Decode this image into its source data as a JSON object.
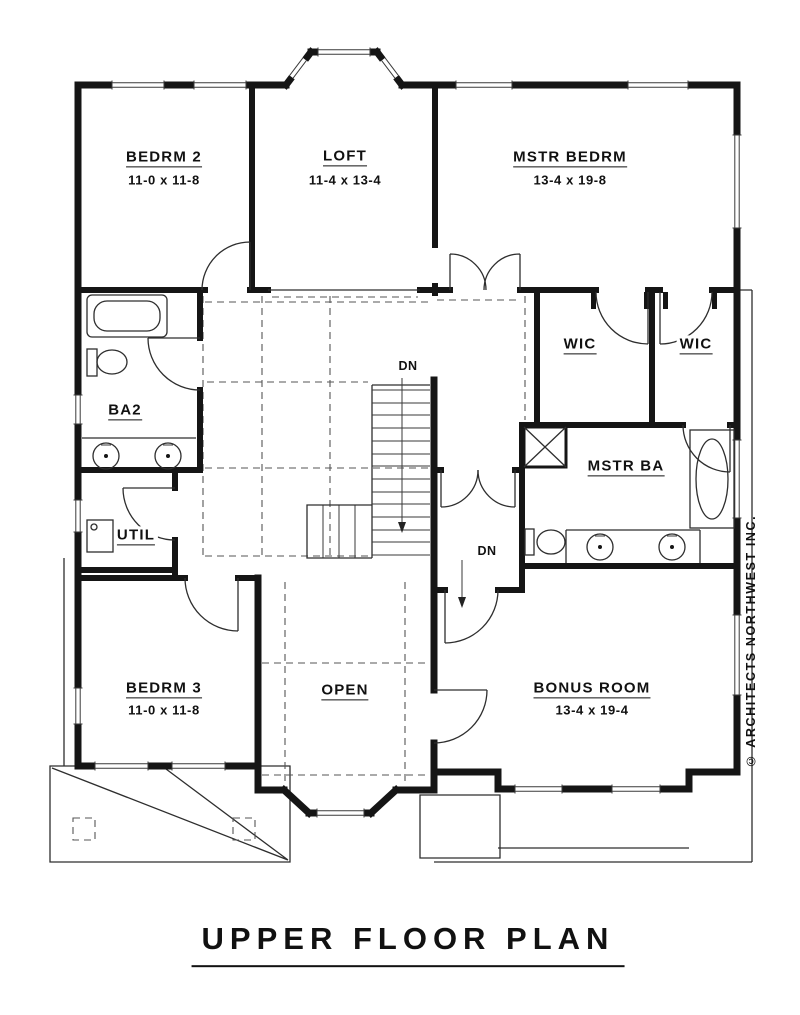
{
  "plan": {
    "title": "UPPER FLOOR PLAN",
    "copyright": "© ARCHITECTS NORTHWEST INC.",
    "labels": {
      "bedrm2": {
        "name": "BEDRM 2",
        "dims": "11-0 x 11-8"
      },
      "loft": {
        "name": "LOFT",
        "dims": "11-4 x 13-4"
      },
      "mstr_bedrm": {
        "name": "MSTR BEDRM",
        "dims": "13-4 x 19-8"
      },
      "wic_left": {
        "name": "WIC"
      },
      "wic_right": {
        "name": "WIC"
      },
      "ba2": {
        "name": "BA2"
      },
      "util": {
        "name": "UTIL"
      },
      "mstr_ba": {
        "name": "MSTR BA"
      },
      "dn_stairs": {
        "name": "DN"
      },
      "dn_hall": {
        "name": "DN"
      },
      "bedrm3": {
        "name": "BEDRM 3",
        "dims": "11-0 x 11-8"
      },
      "open": {
        "name": "OPEN"
      },
      "bonus_room": {
        "name": "BONUS ROOM",
        "dims": "13-4 x 19-4"
      }
    }
  }
}
